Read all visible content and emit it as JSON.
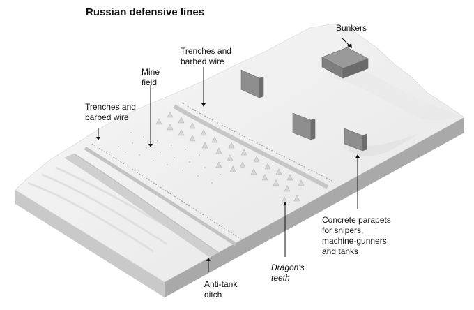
{
  "title": "Russian defensive lines",
  "labels": {
    "bunkers": [
      "Bunkers"
    ],
    "trenches_top": [
      "Trenches and",
      "barbed wire"
    ],
    "mine_field": [
      "Mine",
      "field"
    ],
    "trenches_left": [
      "Trenches and",
      "barbed wire"
    ],
    "concrete_parapets": [
      "Concrete parapets",
      "for snipers,",
      "machine-gunners",
      "and tanks"
    ],
    "dragons_teeth": [
      "Dragon's",
      "teeth"
    ],
    "anti_tank_ditch": [
      "Anti-tank",
      "ditch"
    ]
  }
}
